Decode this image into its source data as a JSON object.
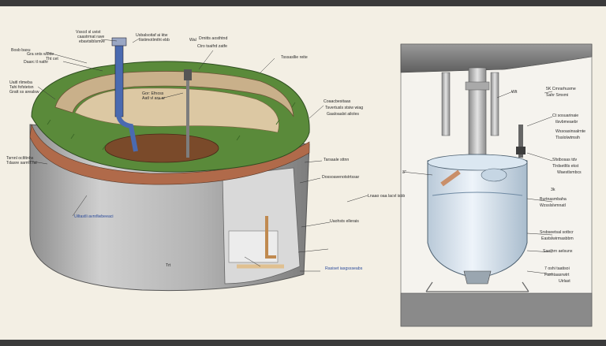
{
  "colors": {
    "paper": "#f3efe4",
    "grass": "#5a8a3a",
    "soil": "#c9b08a",
    "mud": "#7a4a2a",
    "concrete": "#b8b8b8",
    "pipe_blue": "#4a6ab0",
    "water": "#cfe0ee",
    "leader": "#333333",
    "blue_label": "#2a4a9a"
  },
  "left_diagram": {
    "labels": [
      {
        "key": "l1",
        "text": "Vsscd sl uvist"
      },
      {
        "key": "l2",
        "text": "caastrmat rave"
      },
      {
        "key": "l3",
        "text": "ebavtsiblsmve"
      },
      {
        "key": "l4",
        "text": "Usbalsoitaf ai ktw"
      },
      {
        "key": "l5",
        "text": "sistimotlmtht ebb"
      },
      {
        "key": "l6",
        "text": "Wal"
      },
      {
        "key": "l7",
        "text": "Drnitts aosthtnd"
      },
      {
        "key": "l8",
        "text": "Ctro tsaifrd zatfe"
      },
      {
        "key": "l9",
        "text": "Bosb baxu"
      },
      {
        "key": "l10",
        "text": "Gra snts wslde"
      },
      {
        "key": "l11",
        "text": "Tht cet"
      },
      {
        "key": "l12",
        "text": "Daarc tl nathr"
      },
      {
        "key": "l13",
        "text": "Gor: Efnoss"
      },
      {
        "key": "l14",
        "text": "Aatl vl ara ar"
      },
      {
        "key": "l15",
        "text": "Uaitl rlimeba"
      },
      {
        "key": "l16",
        "text": "Tahi fofstetsn"
      },
      {
        "key": "l17",
        "text": "Gratt ss arealsw"
      },
      {
        "key": "l18",
        "text": "Tsssasllie reite"
      },
      {
        "key": "l19",
        "text": "Coaacbesitaas"
      },
      {
        "key": "l20",
        "text": "Tsvertusls stsiw wiag"
      },
      {
        "key": "l21",
        "text": "Gaaloaalst ailoles"
      },
      {
        "key": "l22",
        "text": "Tsrnnl ocltltnhs"
      },
      {
        "key": "l23",
        "text": "Tdasre sarmit fai"
      },
      {
        "key": "l24",
        "text": "Tarsaale sttnn"
      },
      {
        "key": "l25",
        "text": "Dossoavenotstrtssar"
      },
      {
        "key": "l26",
        "text": "Lnaao oaa lacvl isbb"
      },
      {
        "key": "l27",
        "text": "Uiltastli avnrllwbeeaci"
      },
      {
        "key": "l28",
        "text": "Uaohsts ellerais"
      },
      {
        "key": "l29",
        "text": "Rasiset iasgssseabs"
      },
      {
        "key": "l30",
        "text": "Trt"
      }
    ]
  },
  "right_diagram": {
    "labels": [
      {
        "key": "r1",
        "text": "5K  Cmrarhusme"
      },
      {
        "key": "r2",
        "text": "Sahr  Smxmi"
      },
      {
        "key": "r3",
        "text": "Wlt"
      },
      {
        "key": "r4",
        "text": "Ct  sosuarinaie"
      },
      {
        "key": "r5",
        "text": "tlsvbmeaebr"
      },
      {
        "key": "r6",
        "text": "Wssoasinsalrnte"
      },
      {
        "key": "r7",
        "text": "Tlsslolwtmsih"
      },
      {
        "key": "r8",
        "text": "Sfstbosas tdv"
      },
      {
        "key": "r9",
        "text": "Tlrdsetltls ekst"
      },
      {
        "key": "r10",
        "text": "Waestlsmbcs"
      },
      {
        "key": "r11",
        "text": "3\""
      },
      {
        "key": "r12",
        "text": "3k"
      },
      {
        "key": "r13",
        "text": "Burtnasmbaha"
      },
      {
        "key": "r14",
        "text": "Wzsslslvmnatl"
      },
      {
        "key": "r15",
        "text": "Srsbseetsal sotbcr"
      },
      {
        "key": "r16",
        "text": "Eastslwirmasbbm"
      },
      {
        "key": "r17",
        "text": "Saethrn aelsunx"
      },
      {
        "key": "r18",
        "text": "7 oshi taatisoi"
      },
      {
        "key": "r19",
        "text": "Fashtaasrwtrt"
      },
      {
        "key": "r20",
        "text": "Uirlast"
      }
    ]
  }
}
